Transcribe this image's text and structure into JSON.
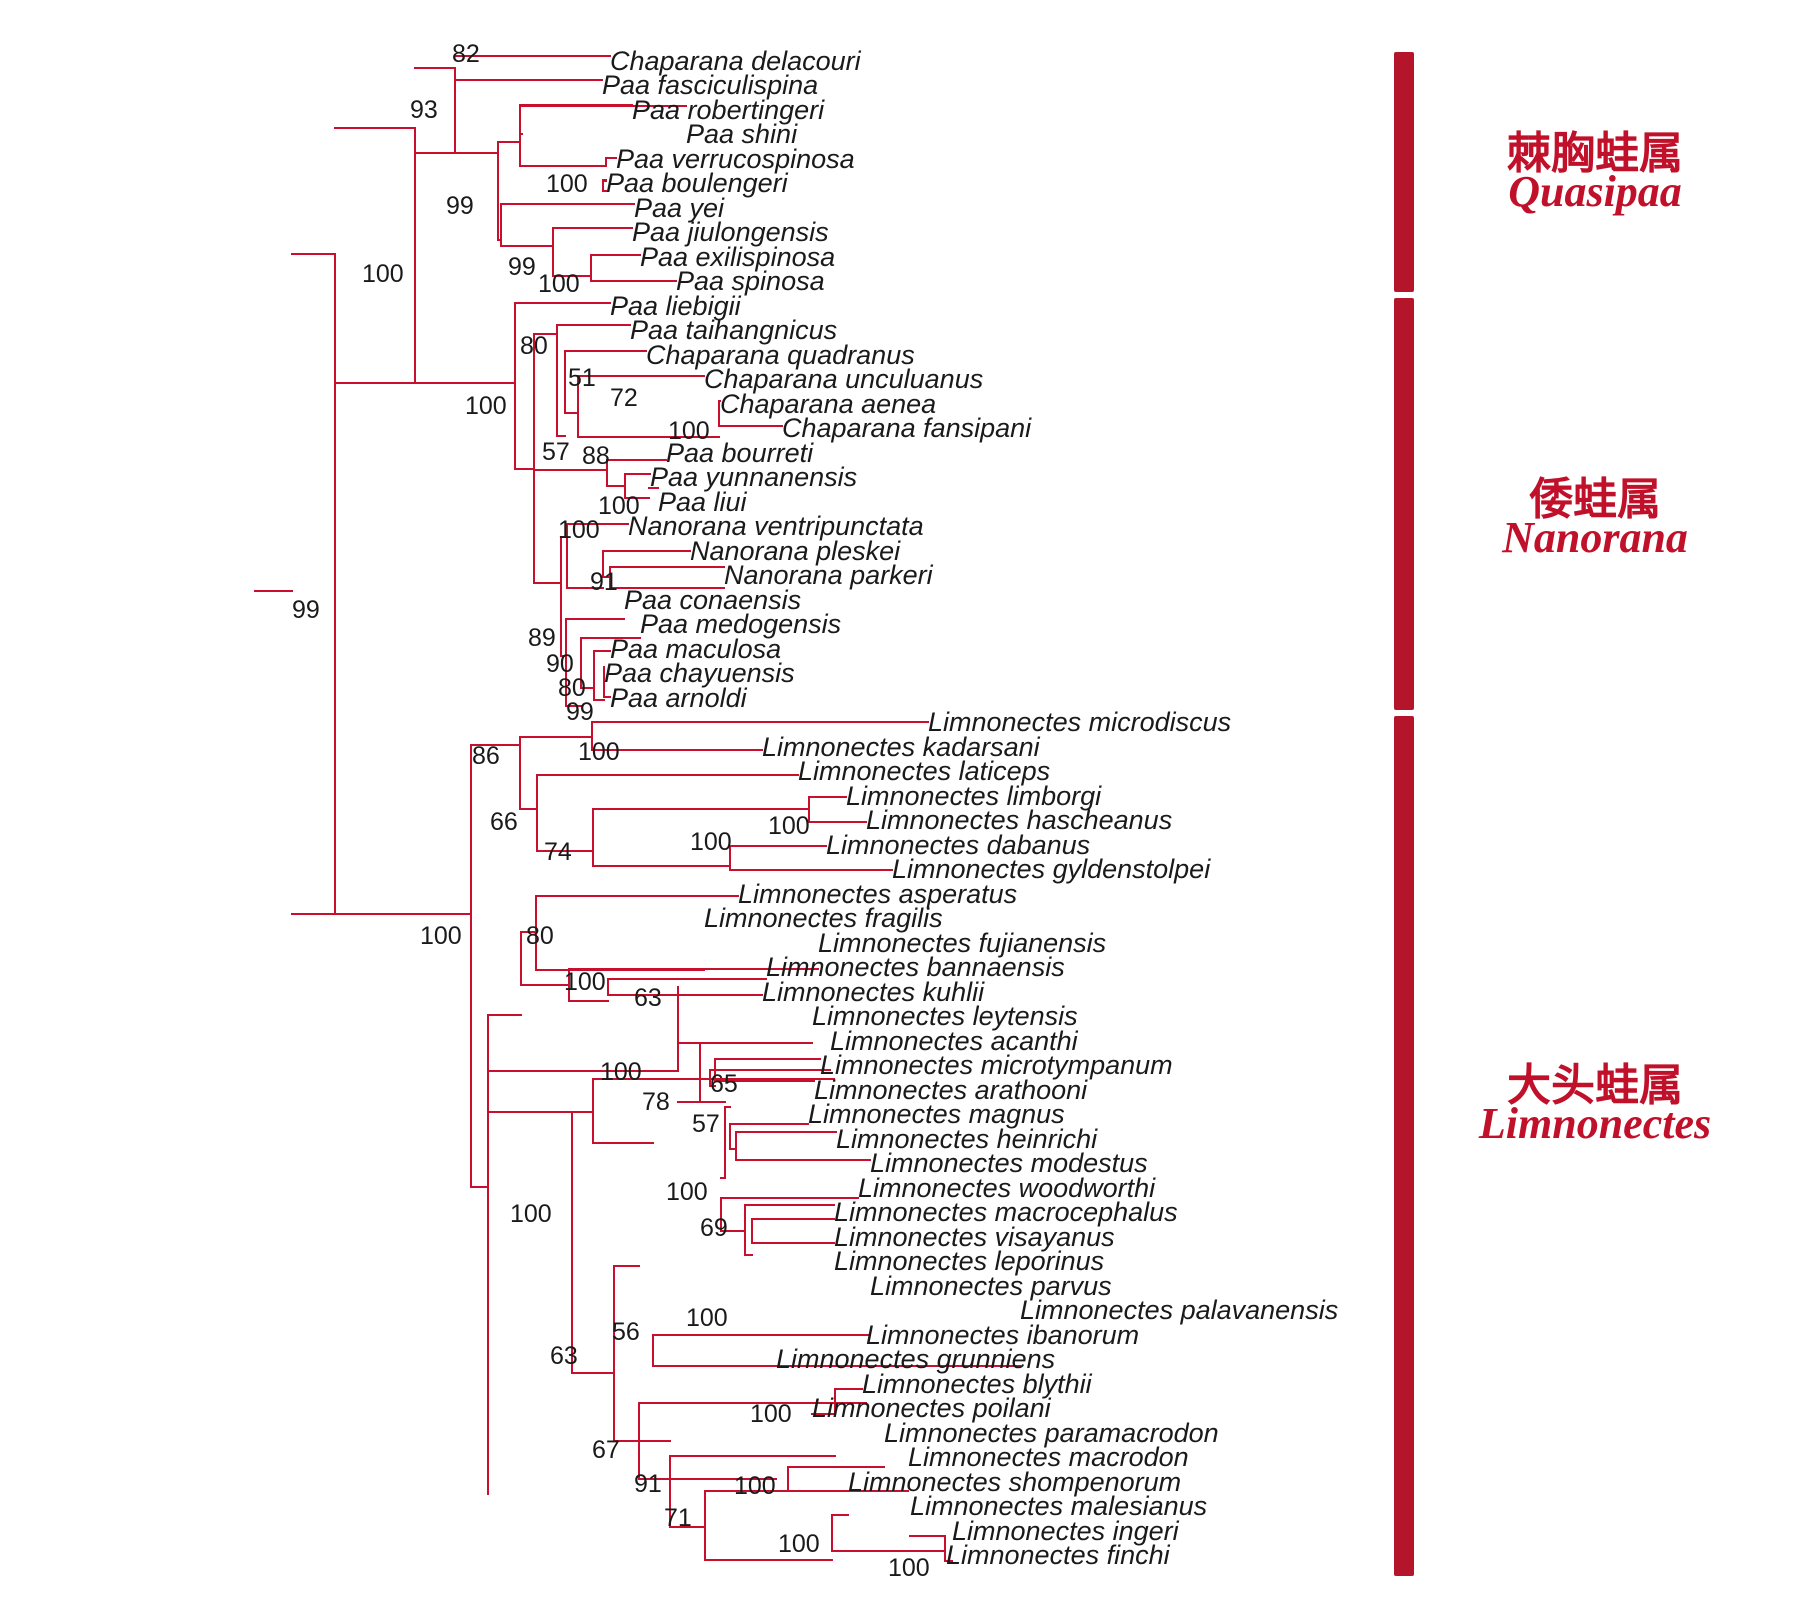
{
  "colors": {
    "branch": "#c8102e",
    "bar": "#b5152b",
    "label": "#c0102a",
    "text": "#1a1a1a"
  },
  "taxa": [
    "Chaparana delacouri",
    "Paa fasciculispina",
    "Paa robertingeri",
    "Paa shini",
    "Paa verrucospinosa",
    "Paa boulengeri",
    "Paa yei",
    "Paa jiulongensis",
    "Paa exilispinosa",
    "Paa spinosa",
    "Paa liebigii",
    "Paa taihangnicus",
    "Chaparana quadranus",
    "Chaparana unculuanus",
    "Chaparana aenea",
    "Chaparana fansipani",
    "Paa bourreti",
    "Paa yunnanensis",
    "Paa liui",
    "Nanorana ventripunctata",
    "Nanorana pleskei",
    "Nanorana parkeri",
    "Paa conaensis",
    "Paa medogensis",
    "Paa maculosa",
    "Paa chayuensis",
    "Paa arnoldi",
    "Limnonectes microdiscus",
    "Limnonectes kadarsani",
    "Limnonectes laticeps",
    "Limnonectes limborgi",
    "Limnonectes hascheanus",
    "Limnonectes dabanus",
    "Limnonectes gyldenstolpei",
    "Limnonectes asperatus",
    "Limnonectes fragilis",
    "Limnonectes fujianensis",
    "Limnonectes bannaensis",
    "Limnonectes kuhlii",
    "Limnonectes leytensis",
    "Limnonectes acanthi",
    "Limnonectes microtympanum",
    "Limnonectes arathooni",
    "Limnonectes magnus",
    "Limnonectes heinrichi",
    "Limnonectes modestus",
    "Limnonectes woodworthi",
    "Limnonectes macrocephalus",
    "Limnonectes visayanus",
    "Limnonectes leporinus",
    "Limnonectes parvus",
    "Limnonectes palavanensis",
    "Limnonectes ibanorum",
    "Limnonectes grunniens",
    "Limnonectes blythii",
    "Limnonectes poilani",
    "Limnonectes paramacrodon",
    "Limnonectes macrodon",
    "Limnonectes shompenorum",
    "Limnonectes malesianus",
    "Limnonectes ingeri",
    "Limnonectes finchi"
  ],
  "supports": [
    "82",
    "93",
    "99",
    "100",
    "99",
    "100",
    "100",
    "100",
    "80",
    "51",
    "72",
    "100",
    "57",
    "88",
    "100",
    "100",
    "91",
    "89",
    "90",
    "80",
    "99",
    "99",
    "86",
    "100",
    "66",
    "74",
    "100",
    "100",
    "100",
    "80",
    "100",
    "63",
    "100",
    "78",
    "65",
    "57",
    "100",
    "69",
    "100",
    "63",
    "100",
    "56",
    "67",
    "100",
    "91",
    "100",
    "71",
    "100",
    "100"
  ],
  "genera": [
    {
      "zh": "棘胸蛙属",
      "latin": "Quasipaa"
    },
    {
      "zh": "倭蛙属",
      "latin": "Nanorana"
    },
    {
      "zh": "大头蛙属",
      "latin": "Limnonectes"
    }
  ]
}
